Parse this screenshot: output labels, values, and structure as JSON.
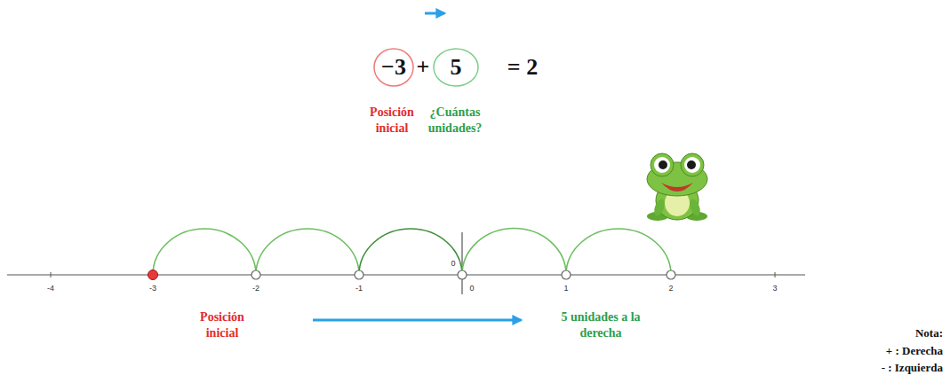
{
  "diagram": {
    "nodes": [
      {
        "text": [
          "−3"
        ]
      },
      {
        "text": [
          "5"
        ]
      }
    ],
    "labels": [
      "+",
      "= 2",
      "Posición inicial",
      "¿Cuántas unidades?",
      "0",
      "-4",
      "-3",
      "-2",
      "-1",
      "0",
      "1",
      "2",
      "3",
      "Posición inicial",
      "5 unidades a la derecha",
      "Nota:",
      "+ : Derecha",
      "- : Izquierda"
    ]
  }
}
